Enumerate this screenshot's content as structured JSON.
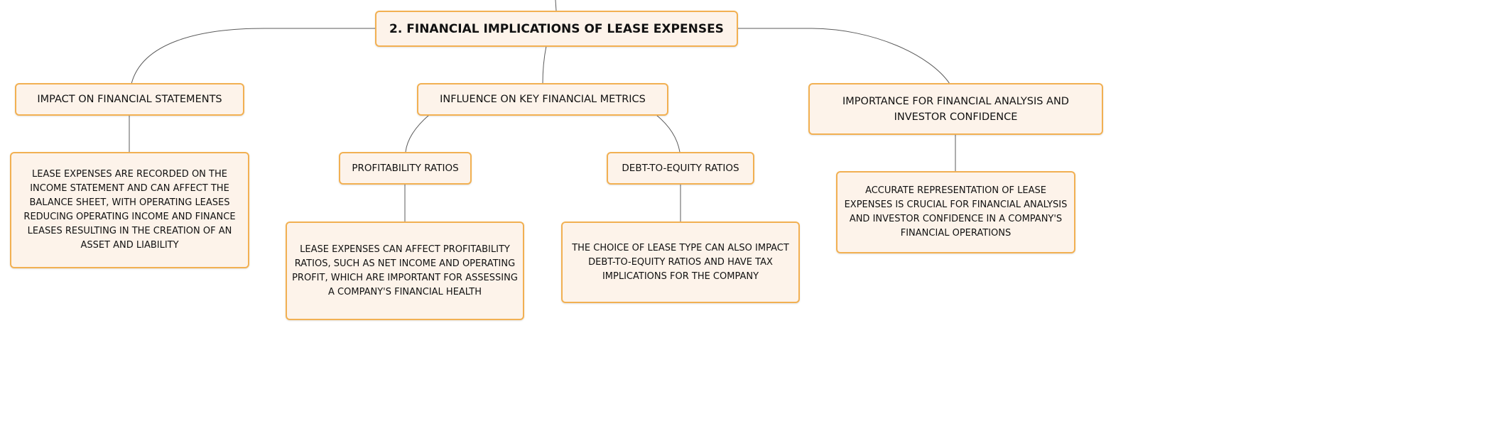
{
  "root": {
    "title": "2. FINANCIAL IMPLICATIONS OF LEASE EXPENSES"
  },
  "branches": [
    {
      "label": "IMPACT ON FINANCIAL STATEMENTS",
      "detail": "LEASE EXPENSES ARE RECORDED ON THE INCOME STATEMENT AND CAN AFFECT THE BALANCE SHEET, WITH OPERATING LEASES REDUCING OPERATING INCOME AND FINANCE LEASES RESULTING IN THE CREATION OF AN ASSET AND LIABILITY"
    },
    {
      "label": "INFLUENCE ON KEY FINANCIAL METRICS",
      "children": [
        {
          "label": "PROFITABILITY RATIOS",
          "detail": "LEASE EXPENSES CAN AFFECT PROFITABILITY RATIOS, SUCH AS NET INCOME AND OPERATING PROFIT, WHICH ARE IMPORTANT FOR ASSESSING A COMPANY'S FINANCIAL HEALTH"
        },
        {
          "label": "DEBT-TO-EQUITY RATIOS",
          "detail": "THE CHOICE OF LEASE TYPE CAN ALSO IMPACT DEBT-TO-EQUITY RATIOS AND HAVE TAX IMPLICATIONS FOR THE COMPANY"
        }
      ]
    },
    {
      "label": "IMPORTANCE FOR FINANCIAL ANALYSIS AND INVESTOR CONFIDENCE",
      "detail": "ACCURATE REPRESENTATION OF LEASE EXPENSES IS CRUCIAL FOR FINANCIAL ANALYSIS AND INVESTOR CONFIDENCE IN A COMPANY'S FINANCIAL OPERATIONS"
    }
  ],
  "colors": {
    "node_fill": "#fdf3ea",
    "node_border": "#f2b052",
    "connector": "#5b5b5b"
  }
}
